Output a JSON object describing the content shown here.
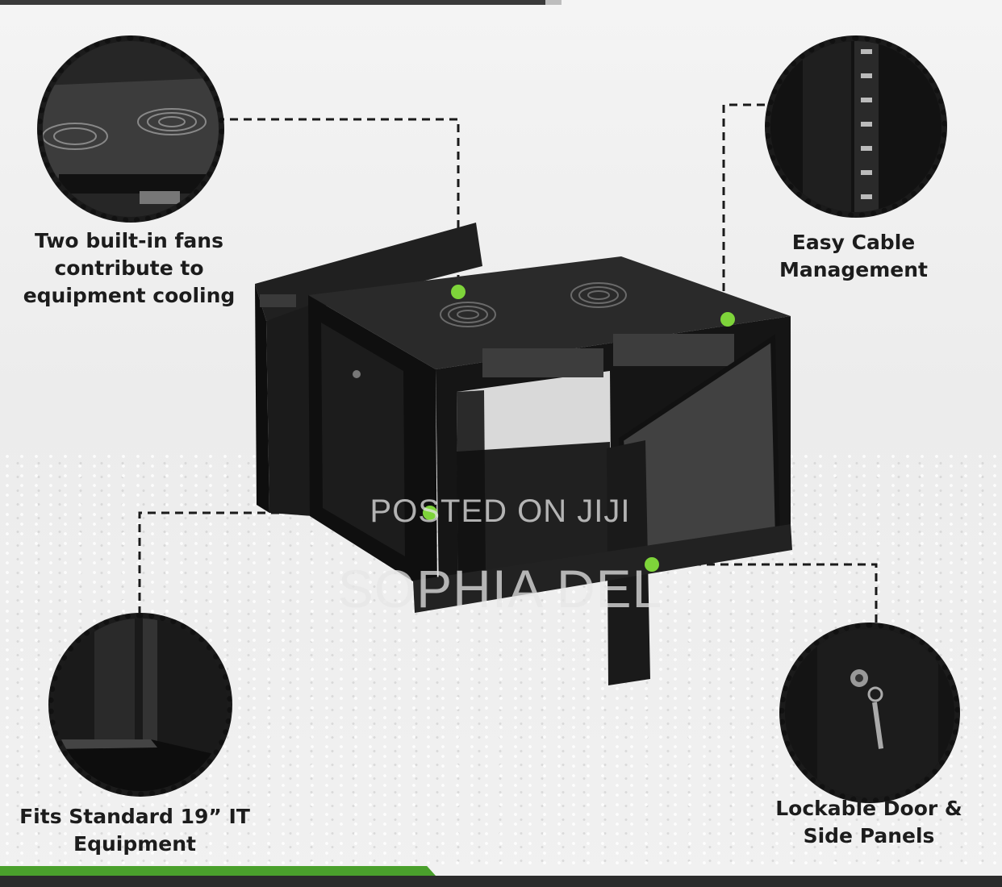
{
  "features": {
    "fans": {
      "line1": "Two built-in fans",
      "line2": "contribute to",
      "line3": "equipment cooling",
      "icon": "fan-detail-icon"
    },
    "cable": {
      "line1": "Easy Cable",
      "line2": "Management",
      "icon": "cable-rail-icon"
    },
    "equipment": {
      "line1": "Fits Standard 19” IT",
      "line2": "Equipment",
      "icon": "rack-rail-icon"
    },
    "lock": {
      "line1": "Lockable Door &",
      "line2": "Side Panels",
      "icon": "lock-key-icon"
    }
  },
  "watermark": {
    "line1": "POSTED ON JIJI",
    "line2": "SOPHIA DEL"
  },
  "colors": {
    "accent_green": "#4aa02c",
    "marker_green": "#7ed43a",
    "cabinet": "#141414"
  }
}
